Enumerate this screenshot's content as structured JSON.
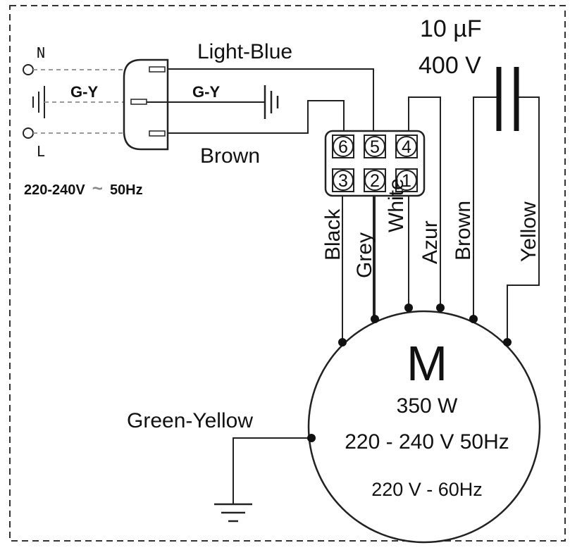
{
  "supply": {
    "neutral": "N",
    "live": "L",
    "earth_left": "G-Y",
    "earth_right": "G-Y",
    "rating": "220-240V",
    "freq": "50Hz",
    "ac_symbol": "~"
  },
  "wires": {
    "light_blue": "Light-Blue",
    "brown": "Brown",
    "green_yellow": "Green-Yellow",
    "black": "Black",
    "grey": "Grey",
    "white": "White",
    "azure": "Azur",
    "brown_motor": "Brown",
    "yellow": "Yellow"
  },
  "terminal": [
    "6",
    "5",
    "4",
    "3",
    "2",
    "1"
  ],
  "capacitor": {
    "capacitance": "10 µF",
    "voltage": "400 V"
  },
  "motor": {
    "symbol": "M",
    "power": "350 W",
    "rating_50": "220 - 240 V 50Hz",
    "rating_60": "220 V - 60Hz"
  }
}
